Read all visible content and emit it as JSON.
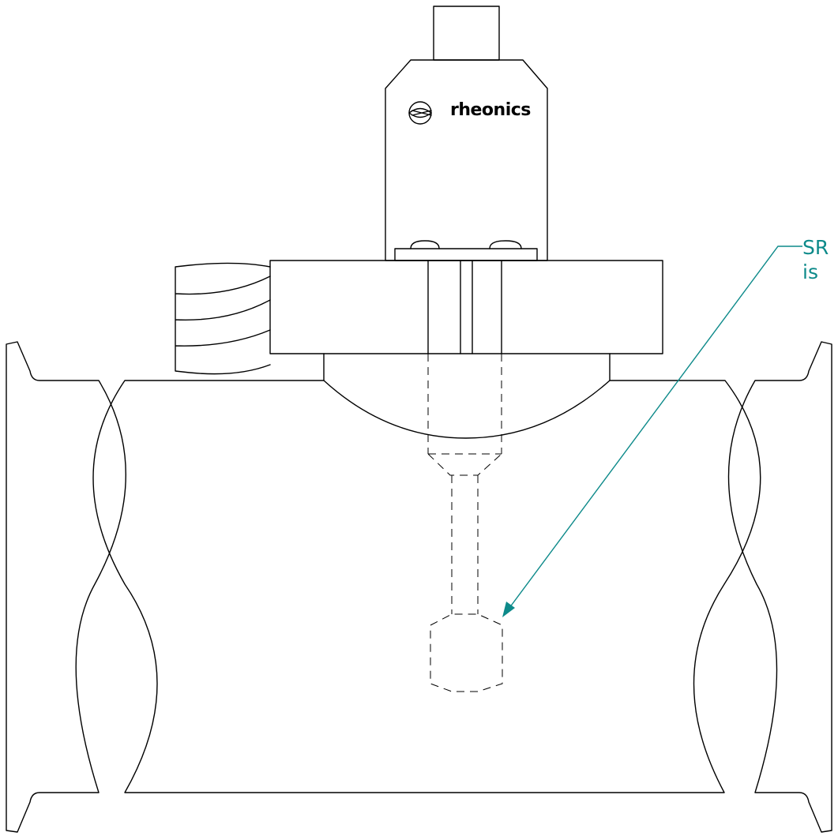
{
  "brand": {
    "name": "rheonics",
    "logo_icon": "rheonics-logo-icon"
  },
  "callout": {
    "line1": "SR",
    "line2": "is"
  },
  "colors": {
    "line": "#000000",
    "leader": "#0d8a8a",
    "background": "#ffffff"
  }
}
